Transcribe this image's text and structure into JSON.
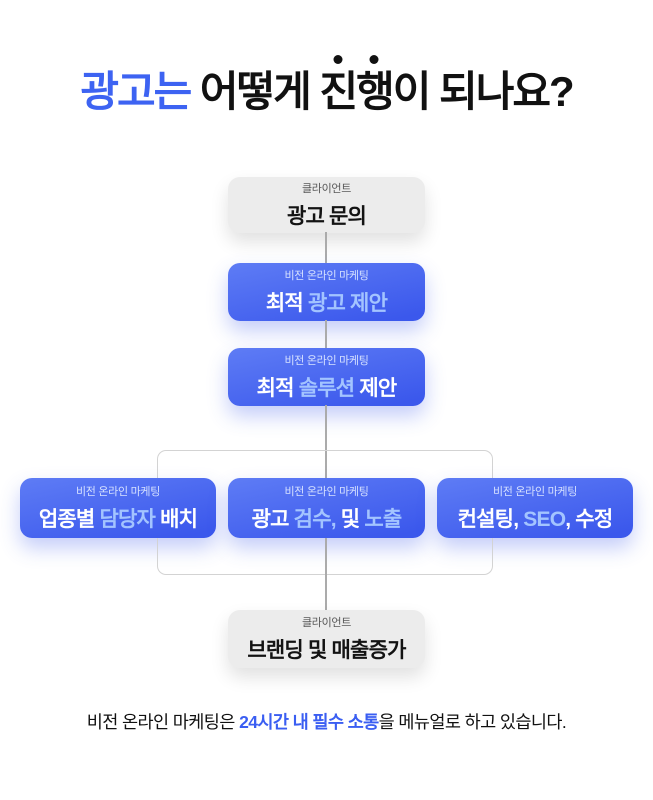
{
  "title": {
    "parts": [
      {
        "text": "광고는",
        "style": "accent"
      },
      {
        "text": " 어떻게 ",
        "style": "plain"
      },
      {
        "text": "진",
        "style": "dot"
      },
      {
        "text": "행",
        "style": "dot"
      },
      {
        "text": "이 되나요?",
        "style": "plain"
      }
    ]
  },
  "flow": {
    "nodes": [
      {
        "id": "ad-inquiry",
        "variant": "gray",
        "label": "클라이언트",
        "segments": [
          {
            "text": "광고 문의",
            "style": "plain"
          }
        ]
      },
      {
        "id": "optimal-ad-proposal",
        "variant": "blue",
        "label": "비전 온라인 마케팅",
        "segments": [
          {
            "text": "최적 ",
            "style": "plain"
          },
          {
            "text": "광고 제안",
            "style": "hl"
          }
        ]
      },
      {
        "id": "optimal-solution-proposal",
        "variant": "blue",
        "label": "비전 온라인 마케팅",
        "segments": [
          {
            "text": "최적 ",
            "style": "plain"
          },
          {
            "text": "솔루션",
            "style": "hl"
          },
          {
            "text": " 제안",
            "style": "plain"
          }
        ]
      },
      {
        "id": "manager-assignment",
        "variant": "blue",
        "label": "비전 온라인 마케팅",
        "segments": [
          {
            "text": "업종별 ",
            "style": "plain"
          },
          {
            "text": "담당자",
            "style": "hl"
          },
          {
            "text": " 배치",
            "style": "plain"
          }
        ]
      },
      {
        "id": "ad-review-exposure",
        "variant": "blue",
        "label": "비전 온라인 마케팅",
        "segments": [
          {
            "text": "광고 ",
            "style": "plain"
          },
          {
            "text": "검수,",
            "style": "hl"
          },
          {
            "text": " 및 ",
            "style": "plain"
          },
          {
            "text": "노출",
            "style": "hl"
          }
        ]
      },
      {
        "id": "consulting-seo-edit",
        "variant": "blue",
        "label": "비전 온라인 마케팅",
        "segments": [
          {
            "text": "컨설팅, ",
            "style": "plain"
          },
          {
            "text": "SEO",
            "style": "hl"
          },
          {
            "text": ", 수정",
            "style": "plain"
          }
        ]
      },
      {
        "id": "branding-sales-growth",
        "variant": "gray",
        "label": "클라이언트",
        "segments": [
          {
            "text": "브랜딩 및 매출증가",
            "style": "plain"
          }
        ]
      }
    ]
  },
  "footer": {
    "parts": [
      {
        "text": "비전 온라인 마케팅은 ",
        "style": "plain"
      },
      {
        "text": "24시간 내 필수 소통",
        "style": "accent-bold"
      },
      {
        "text": "을 메뉴얼로 하고 있습니다.",
        "style": "plain"
      }
    ]
  },
  "colors": {
    "accent": "#3d63f2",
    "box_blue_top": "#5e7cf5",
    "box_blue_bottom": "#3b58ec",
    "box_gray": "#ececec",
    "highlight_text": "#a3c4ff",
    "label_on_blue": "#d6e1ff",
    "label_on_gray": "#585858",
    "connector_line": "#ababab",
    "branch_line": "#d3d3d3"
  }
}
